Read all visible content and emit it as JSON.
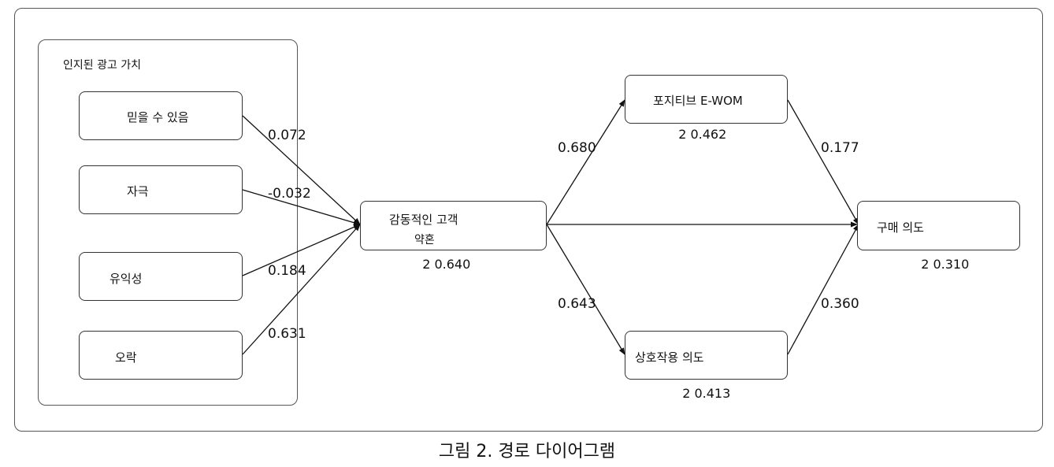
{
  "group": {
    "title": "인지된 광고 가치"
  },
  "nodes": {
    "believability": "믿을 수 있음",
    "stimulation": "자극",
    "usefulness": "유익성",
    "entertainment": "오락",
    "emotional_engagement_line1": "감동적인 고객",
    "emotional_engagement_line2": "약혼",
    "positive_ewom": "포지티브 E-WOM",
    "interaction_intent": "상호작용 의도",
    "purchase_intent": "구매 의도"
  },
  "path_coefficients": {
    "believability": "0.072",
    "stimulation": "-0.032",
    "usefulness": "0.184",
    "entertainment": "0.631",
    "engagement_to_ewom": "0.680",
    "engagement_to_interaction": "0.643",
    "ewom_to_purchase": "0.177",
    "interaction_to_purchase": "0.360"
  },
  "r_squared": {
    "engagement": "2 0.640",
    "ewom": "2 0.462",
    "interaction": "2 0.413",
    "purchase": "2 0.310"
  },
  "caption": "그림 2. 경로 다이어그램"
}
